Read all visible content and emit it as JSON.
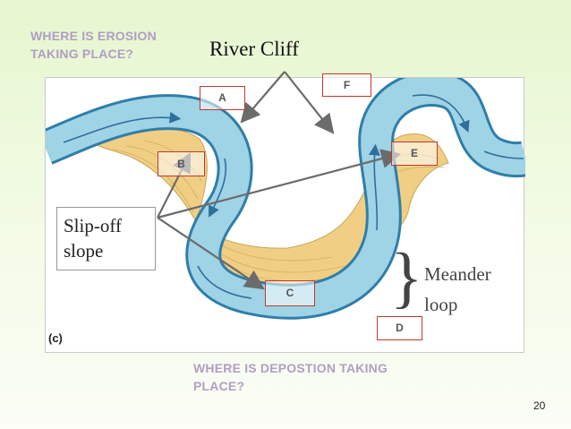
{
  "questions": {
    "erosion_line1": "WHERE IS EROSION",
    "erosion_line2": "TAKING PLACE?",
    "deposition_line1": "WHERE IS DEPOSTION TAKING",
    "deposition_line2": "PLACE?"
  },
  "labels": {
    "river_cliff": "River Cliff",
    "slip_off_line1": "Slip-off",
    "slip_off_line2": "slope",
    "meander_line1": "Meander",
    "meander_line2": "loop",
    "brace": "}",
    "panel_tag": "(c)"
  },
  "boxes": {
    "a": "A",
    "b": "B",
    "c": "C",
    "d": "D",
    "e": "E",
    "f": "F"
  },
  "page_number": "20",
  "colors": {
    "background": "#e6f6cf",
    "question_text": "#b09ec6",
    "river": "#8fcbe0",
    "river_edge": "#2f7ea8",
    "slope": "#f0cf85",
    "box_border": "#c0392b",
    "arrows": "#6b6b6b"
  }
}
